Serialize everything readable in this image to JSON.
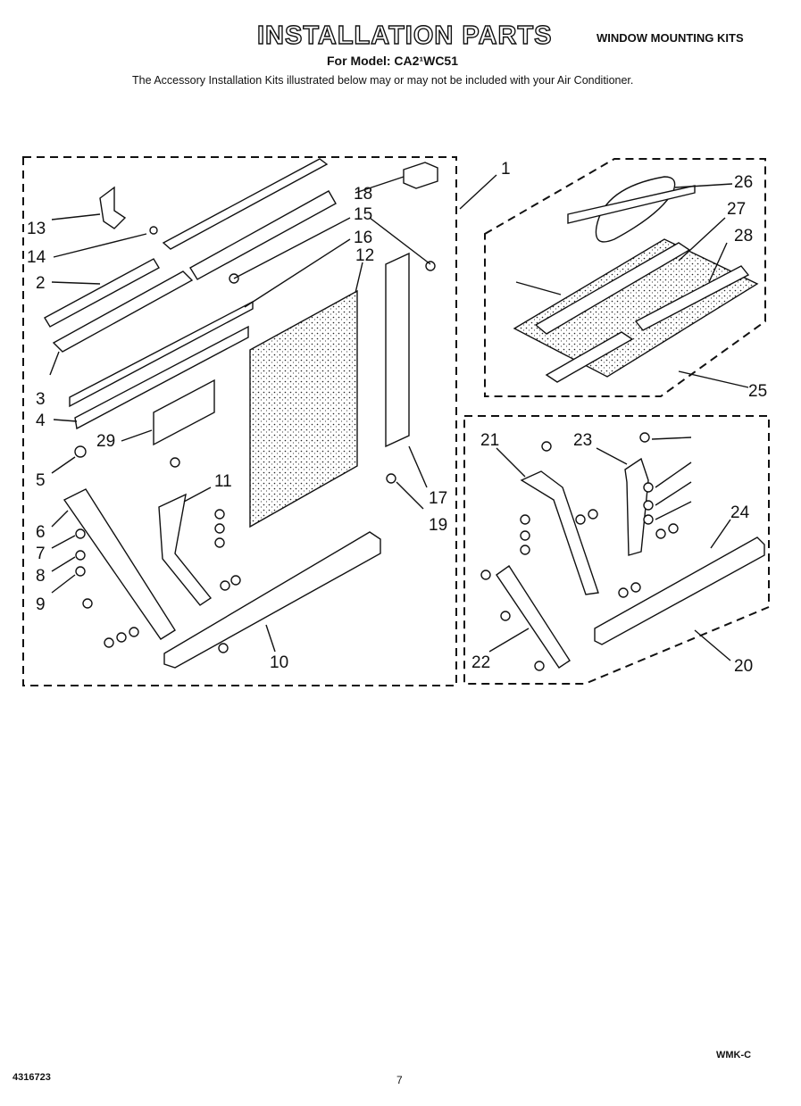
{
  "header": {
    "title": "INSTALLATION PARTS",
    "kit_label": "WINDOW MOUNTING KITS",
    "model_line": "For Model: CA2¹WC51",
    "note": "The Accessory Installation Kits illustrated below may or may not be included with your Air Conditioner."
  },
  "footer": {
    "part_number": "4316723",
    "page_number": "7",
    "code": "WMK-C"
  },
  "callouts": {
    "c1": "1",
    "c2": "2",
    "c3": "3",
    "c4": "4",
    "c5": "5",
    "c6": "6",
    "c7": "7",
    "c8": "8",
    "c9": "9",
    "c10": "10",
    "c11": "11",
    "c12": "12",
    "c13": "13",
    "c14": "14",
    "c15": "15",
    "c16": "16",
    "c17": "17",
    "c18": "18",
    "c19": "19",
    "c20": "20",
    "c21": "21",
    "c22": "22",
    "c23": "23",
    "c24": "24",
    "c25": "25",
    "c26": "26",
    "c27": "27",
    "c28": "28",
    "c29": "29"
  }
}
